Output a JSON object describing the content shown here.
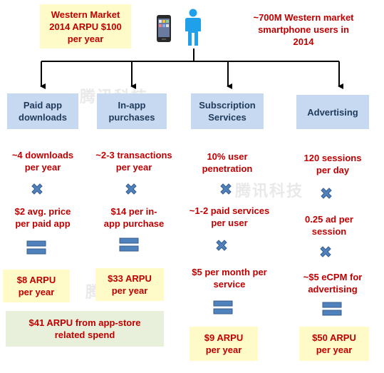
{
  "header": {
    "arpu_box": "Western Market\n2014 ARPU $100\nper year",
    "users_note": "~700M Western market\nsmartphone users in\n2014"
  },
  "watermark": "腾讯科技",
  "categories": [
    {
      "title": "Paid app\ndownloads",
      "steps": [
        "~4 downloads\nper year",
        "$2 avg. price\nper paid app"
      ],
      "result": "$8 ARPU\nper year"
    },
    {
      "title": "In-app\npurchases",
      "steps": [
        "~2-3 transactions\nper year",
        "$14 per in-\napp purchase"
      ],
      "result": "$33 ARPU\nper year"
    },
    {
      "title": "Subscription\nServices",
      "steps": [
        "10% user\npenetration",
        "~1-2 paid services\nper user",
        "$5 per month per\nservice"
      ],
      "result": "$9 ARPU\nper year"
    },
    {
      "title": "Advertising",
      "steps": [
        "120 sessions\nper day",
        "0.25 ad per\nsession",
        "~$5 eCPM for\nadvertising"
      ],
      "result": "$50 ARPU\nper year"
    }
  ],
  "app_store_total": "$41 ARPU from app-store\nrelated spend",
  "colors": {
    "red_text": "#c00000",
    "category_fill": "#c6d9f1",
    "result_fill": "#fffbc8",
    "total_fill": "#e8efda",
    "operator_blue": "#4f81bd"
  },
  "icons": [
    "smartphone-icon",
    "person-icon",
    "multiply-icon",
    "equals-icon"
  ]
}
